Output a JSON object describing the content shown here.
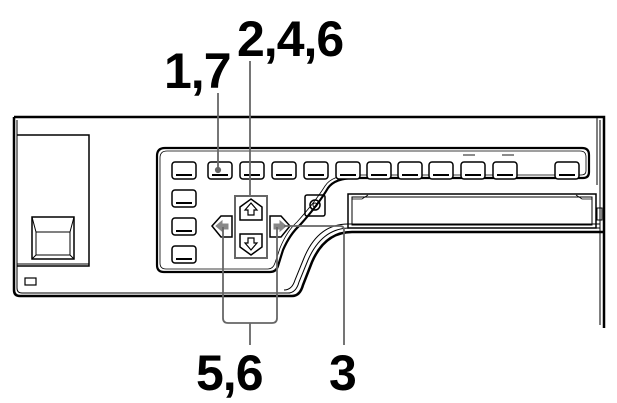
{
  "diagram": {
    "type": "device-front-panel",
    "colors": {
      "line": "#000000",
      "leader": "#666666",
      "background": "#ffffff"
    },
    "callouts": [
      {
        "id": "c17",
        "label": "1,7",
        "target": "top-row-button-2"
      },
      {
        "id": "c246",
        "label": "2,4,6",
        "target": "up-down-button-group"
      },
      {
        "id": "c56",
        "label": "5,6",
        "target": "left-right-buttons"
      },
      {
        "id": "c3",
        "label": "3",
        "target": "cassette-slot"
      }
    ],
    "panel": {
      "top_row_button_count": 12,
      "left_column_button_count": 4,
      "arrow_buttons": [
        "left",
        "up",
        "down",
        "right"
      ],
      "knob": "round-selector",
      "indicator_marks_over_buttons": [
        10,
        11
      ]
    }
  }
}
